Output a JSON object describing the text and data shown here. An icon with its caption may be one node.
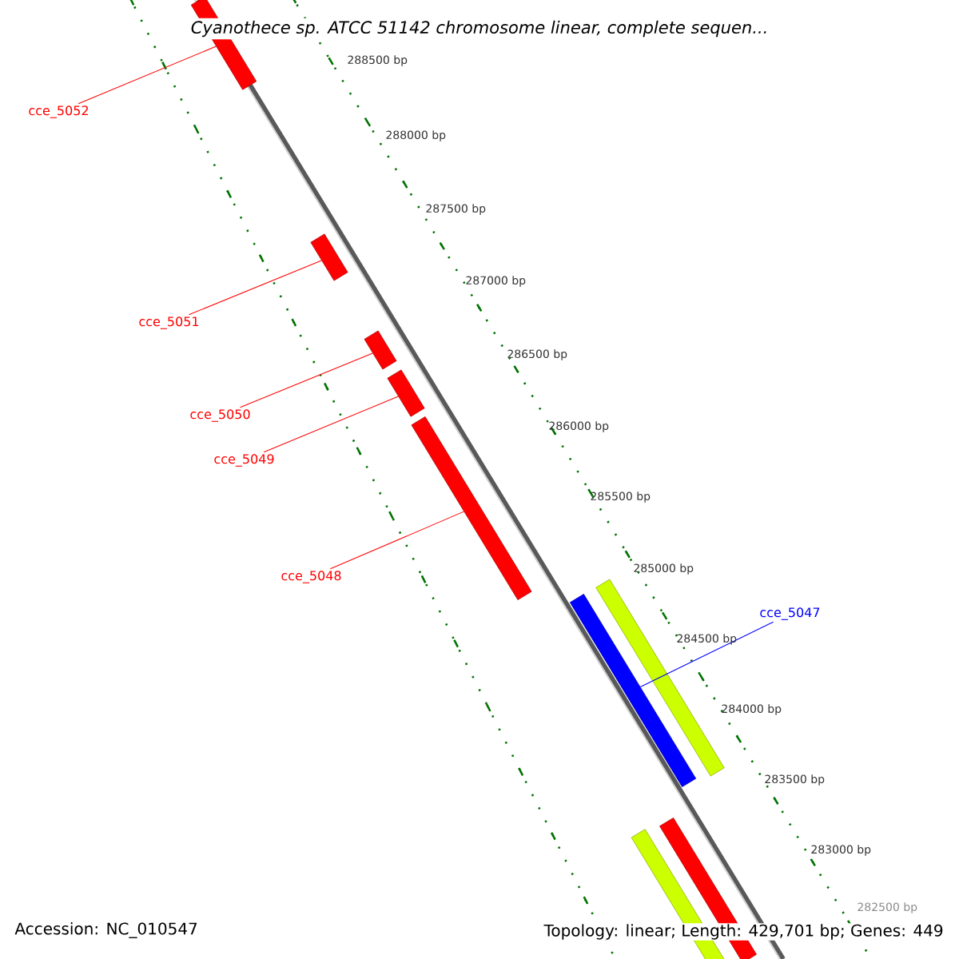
{
  "diagram": {
    "title": "Cyanothece sp. ATCC 51142 chromosome linear, complete sequen...",
    "nodes": [
      {
        "text": [
          "cce_5052"
        ]
      },
      {
        "text": [
          "cce_5051"
        ]
      },
      {
        "text": [
          "cce_5050"
        ]
      },
      {
        "text": [
          "cce_5049"
        ]
      },
      {
        "text": [
          "cce_5048"
        ]
      },
      {
        "text": [
          "cce_5047"
        ]
      },
      {
        "text": [],
        "shape": "bar"
      },
      {
        "text": [],
        "shape": "bar"
      },
      {
        "text": [],
        "shape": "bar"
      },
      {
        "text": [],
        "shape": "bar"
      },
      {
        "text": [],
        "shape": "bar"
      },
      {
        "text": [],
        "shape": "bar"
      },
      {
        "text": [],
        "shape": "bar"
      },
      {
        "text": [],
        "shape": "bar"
      },
      {
        "text": [],
        "shape": "bar"
      }
    ],
    "edges": [
      {
        "from": 0,
        "to": 6,
        "arrow": "none"
      },
      {
        "from": 1,
        "to": 7,
        "arrow": "none"
      },
      {
        "from": 2,
        "to": 8,
        "arrow": "none"
      },
      {
        "from": 3,
        "to": 9,
        "arrow": "none"
      },
      {
        "from": 4,
        "to": 10,
        "arrow": "none"
      },
      {
        "from": 5,
        "to": 11,
        "arrow": "none",
        "color": "#0000ff"
      }
    ],
    "labels": [
      "288500 bp",
      "288000 bp",
      "287500 bp",
      "287000 bp",
      "286500 bp",
      "286000 bp",
      "285500 bp",
      "285000 bp",
      "284500 bp",
      "284000 bp",
      "283500 bp",
      "283000 bp",
      "282500 bp",
      "Accession: NC_010547",
      "Topology: linear; Length: 429,701 bp; Genes: 449"
    ]
  }
}
